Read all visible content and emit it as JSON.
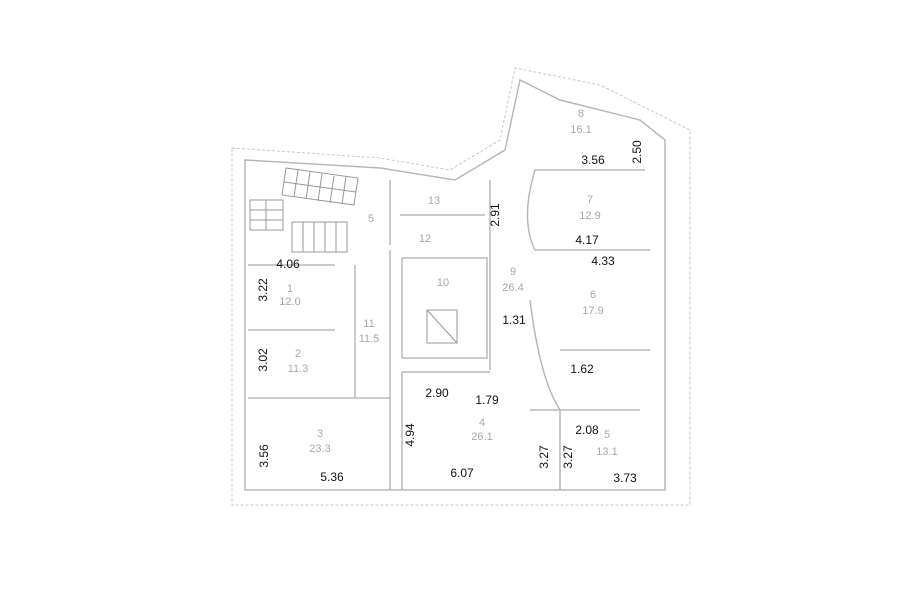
{
  "rooms": [
    {
      "number": "1",
      "area": "12.0"
    },
    {
      "number": "2",
      "area": "11.3"
    },
    {
      "number": "3",
      "area": "23.3"
    },
    {
      "number": "4",
      "area": "26.1"
    },
    {
      "number": "5",
      "area": "13.1"
    },
    {
      "number": "6",
      "area": "17.9"
    },
    {
      "number": "7",
      "area": "12.9"
    },
    {
      "number": "8",
      "area": "16.1"
    },
    {
      "number": "9",
      "area": "26.4"
    },
    {
      "number": "10"
    },
    {
      "number": "11",
      "area": "11.5"
    },
    {
      "number": "12"
    },
    {
      "number": "13"
    },
    {
      "number": "5"
    }
  ],
  "dimensions": [
    "3.56",
    "2.50",
    "2.91",
    "4.17",
    "4.33",
    "4.06",
    "3.22",
    "1.31",
    "3.02",
    "1.62",
    "2.90",
    "1.79",
    "4.94",
    "2.08",
    "3.27",
    "3.27",
    "3.56",
    "5.36",
    "6.07",
    "3.73"
  ]
}
